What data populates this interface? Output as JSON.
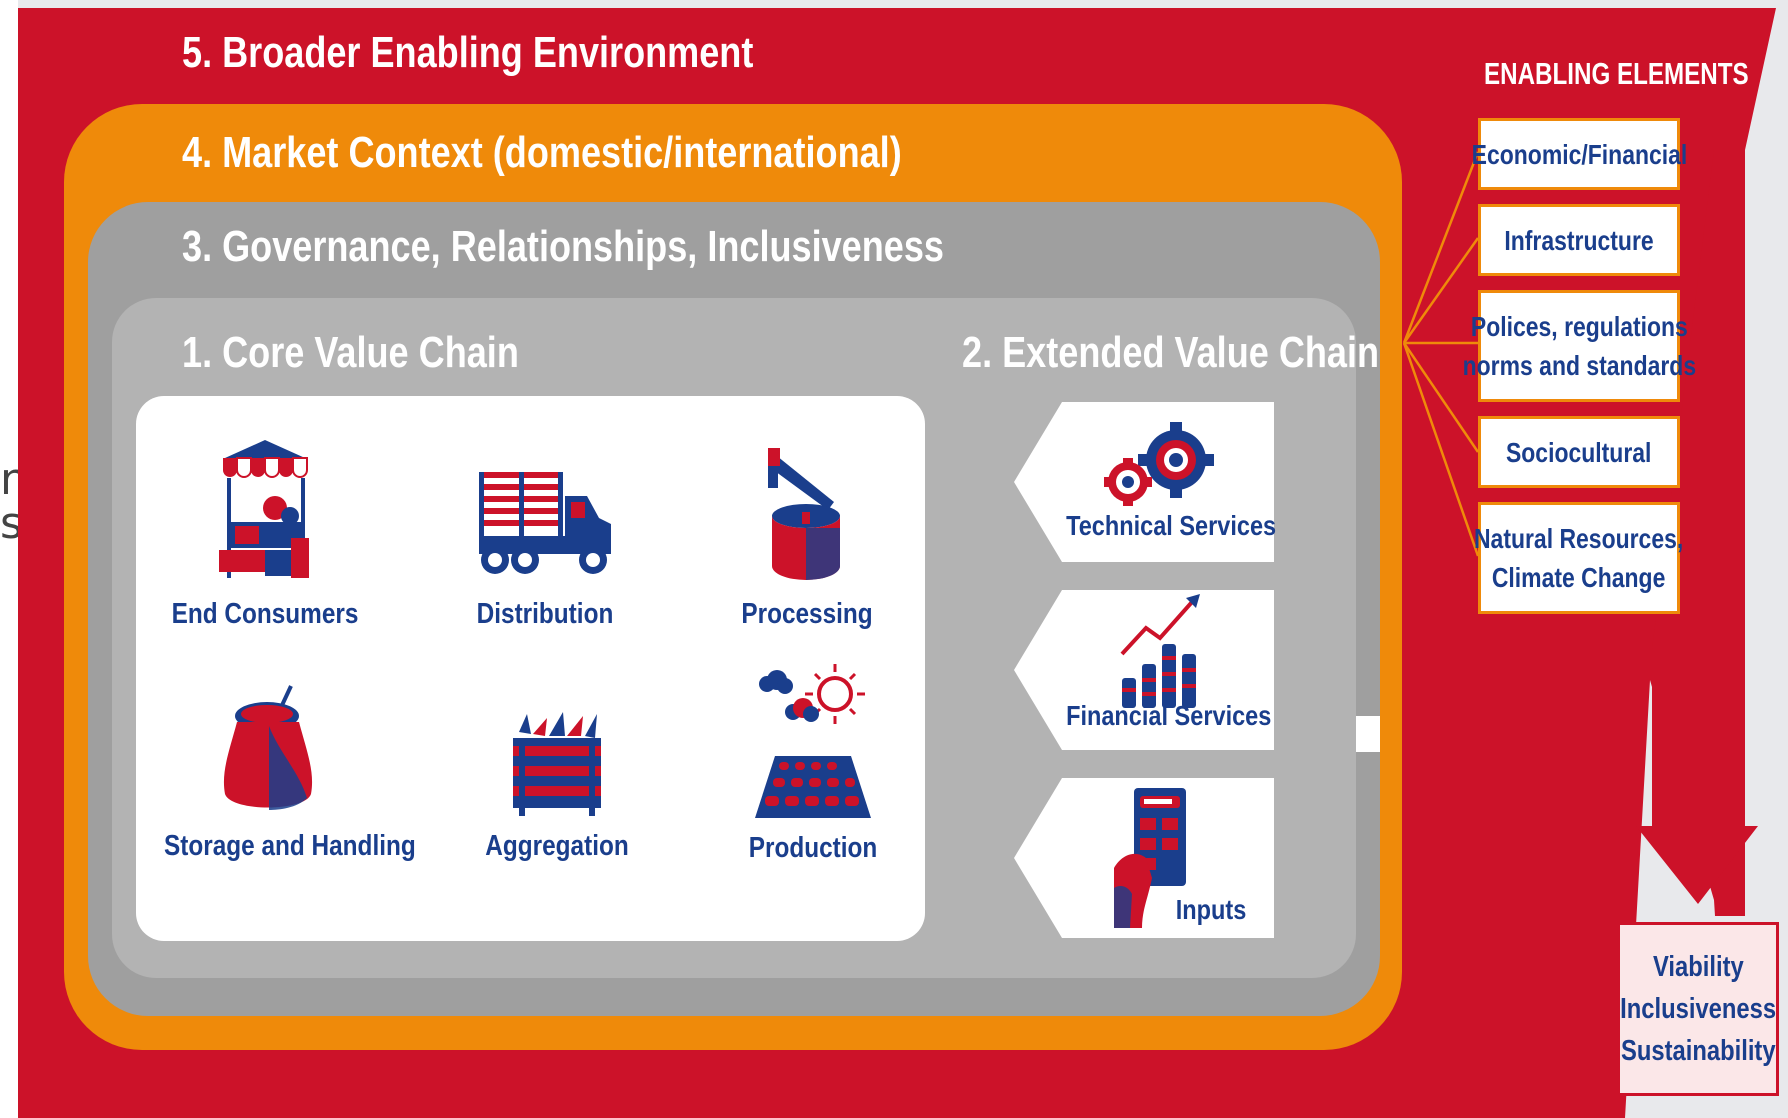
{
  "left_fragment": "n\ns",
  "layers": {
    "l5": "5. Broader Enabling Environment",
    "l4": "4. Market Context (domestic/international)",
    "l3": "3. Governance, Relationships, Inclusiveness",
    "l1": "1. Core Value Chain",
    "l2": "2. Extended Value Chain"
  },
  "core": [
    {
      "label": "End Consumers",
      "icon": "market-stall-icon"
    },
    {
      "label": "Distribution",
      "icon": "truck-icon"
    },
    {
      "label": "Processing",
      "icon": "processing-tank-icon"
    },
    {
      "label": "Storage and Handling",
      "icon": "grain-sack-icon"
    },
    {
      "label": "Aggregation",
      "icon": "produce-crate-icon"
    },
    {
      "label": "Production",
      "icon": "farm-field-icon"
    }
  ],
  "extended": [
    {
      "label": "Technical Services",
      "icon": "gears-icon"
    },
    {
      "label": "Financial Services",
      "icon": "growth-chart-icon"
    },
    {
      "label": "Inputs",
      "icon": "phone-in-hand-icon"
    }
  ],
  "enabling": {
    "title": "ENABLING ELEMENTS",
    "items": [
      "Economic/Financial",
      "Infrastructure",
      "Polices, regulations\nnorms and standards",
      "Sociocultural",
      "Natural Resources,\nClimate Change"
    ]
  },
  "outcomes": [
    "Viability",
    "Inclusiveness",
    "Sustainability"
  ],
  "colors": {
    "red": "#cc1229",
    "orange": "#ef8a0a",
    "gray_dark": "#9f9f9f",
    "gray_light": "#b3b3b3",
    "navy": "#1a3e8c"
  }
}
